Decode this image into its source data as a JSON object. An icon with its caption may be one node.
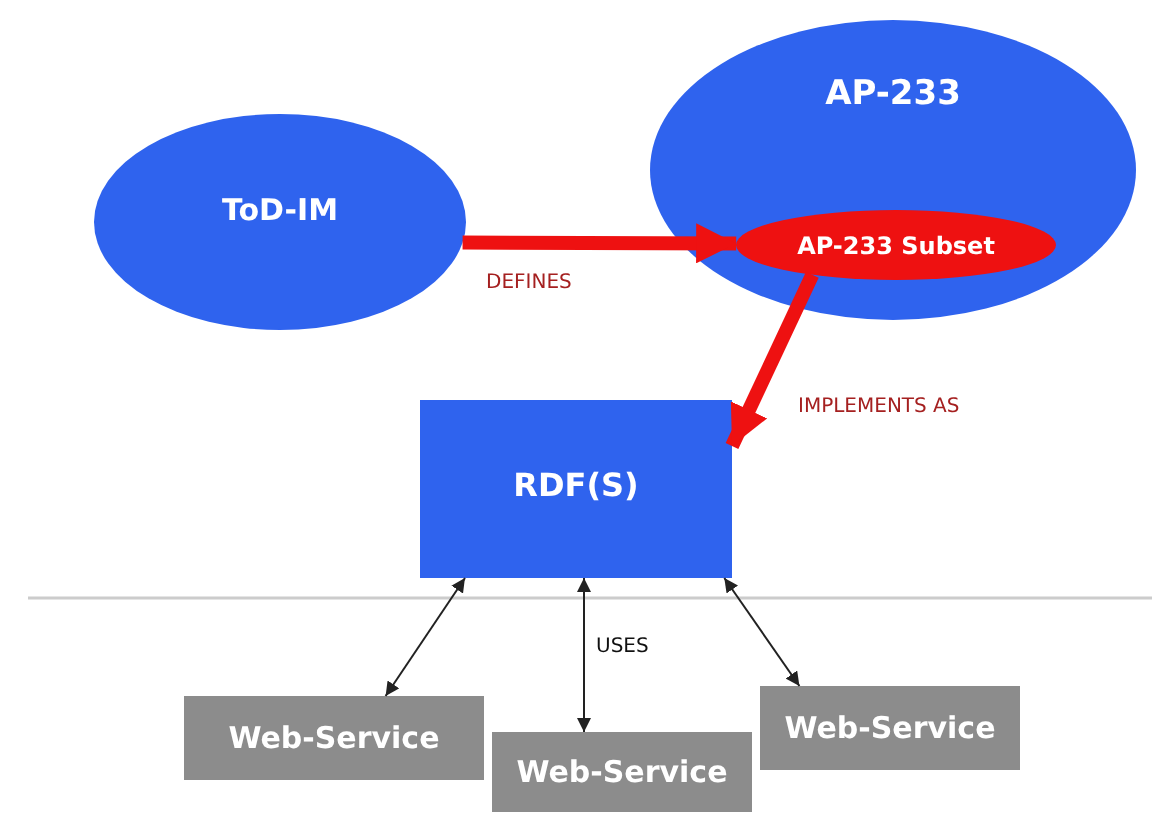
{
  "diagram": {
    "nodes": [
      {
        "text": [
          "ToD-IM"
        ]
      },
      {
        "text": [
          "AP-233"
        ]
      },
      {
        "text": [
          "AP-233 Subset"
        ],
        "in": 1
      },
      {
        "text": [
          "RDF(S)"
        ]
      },
      {
        "text": [
          "Web-Service"
        ]
      },
      {
        "text": [
          "Web-Service"
        ]
      },
      {
        "text": [
          "Web-Service"
        ]
      }
    ],
    "edges": [
      {
        "from": 0,
        "to": 2,
        "arrow": "to",
        "label": "DEFINES",
        "style": "thick",
        "color": "#ee1111"
      },
      {
        "from": 2,
        "to": 3,
        "arrow": "to",
        "label": "IMPLEMENTS AS",
        "style": "thick",
        "color": "#ee1111"
      },
      {
        "from": 3,
        "to": 4,
        "arrow": "both"
      },
      {
        "from": 3,
        "to": 5,
        "arrow": "both",
        "label": "USES"
      },
      {
        "from": 3,
        "to": 6,
        "arrow": "both"
      }
    ]
  }
}
